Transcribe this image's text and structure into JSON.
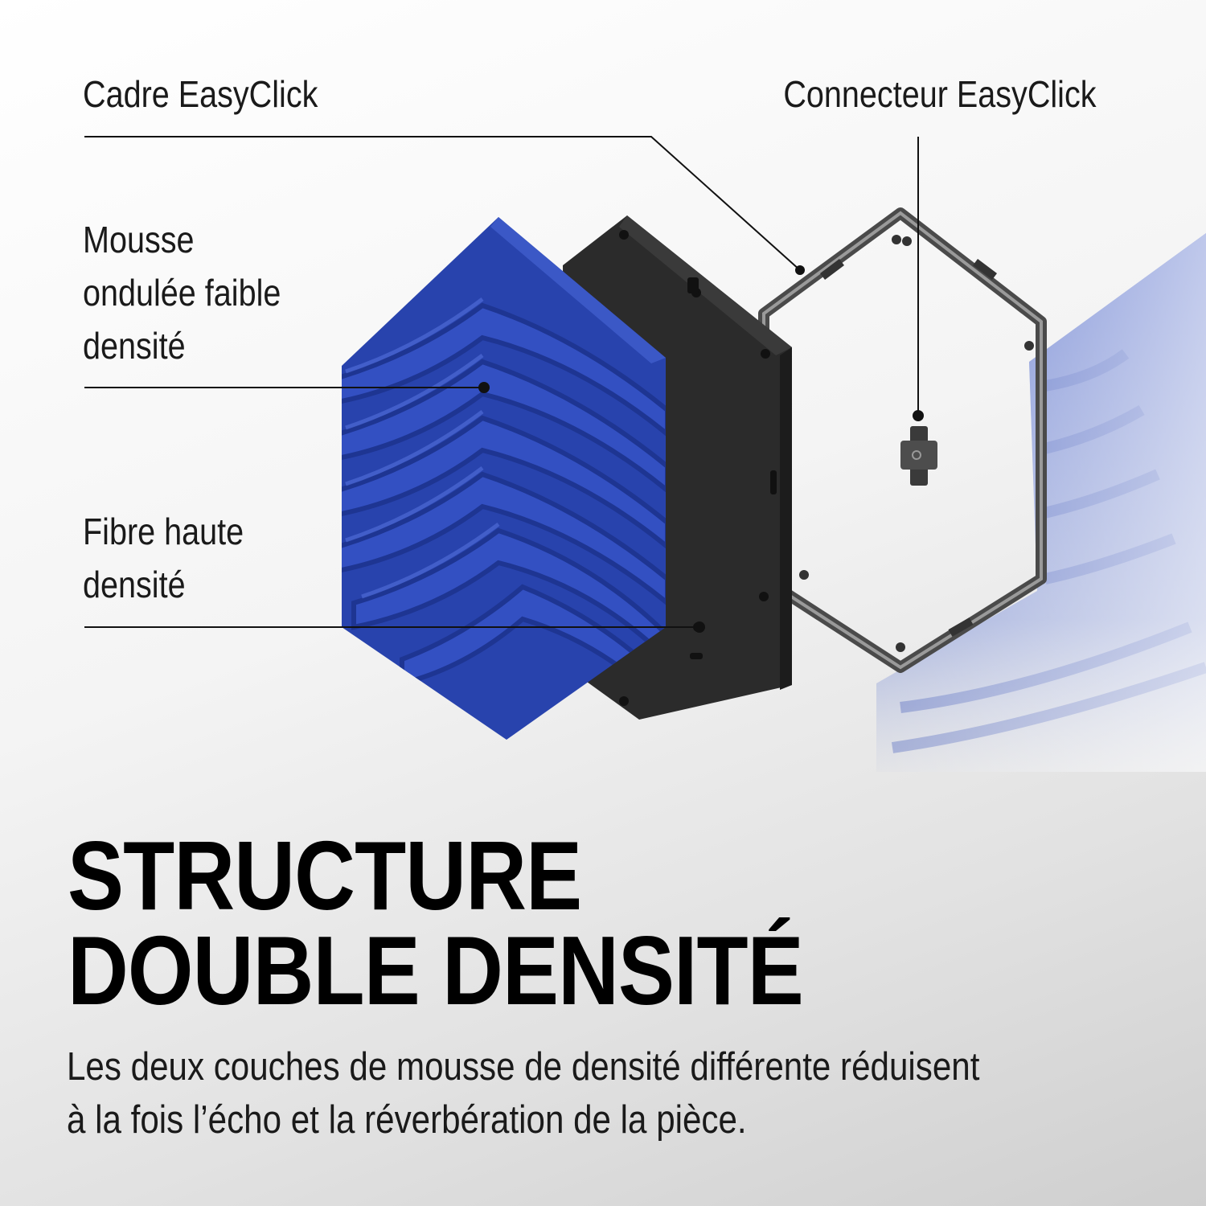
{
  "callouts": {
    "cadre": "Cadre EasyClick",
    "connecteur": "Connecteur EasyClick",
    "mousse": [
      "Mousse",
      "ondulée faible",
      "densité"
    ],
    "fibre": [
      "Fibre haute",
      "densité"
    ]
  },
  "headline": [
    "STRUCTURE",
    "DOUBLE DENSITÉ"
  ],
  "description": [
    "Les deux couches de mousse de densité différente réduisent",
    "à la fois l’écho et la réverbération de la pièce."
  ],
  "colors": {
    "foam_blue": "#2a44b0",
    "fiber_black": "#2b2b2b",
    "frame_gray": "#5a5a5a"
  },
  "icons": [
    "hex-frame-icon",
    "connector-clip-icon"
  ]
}
